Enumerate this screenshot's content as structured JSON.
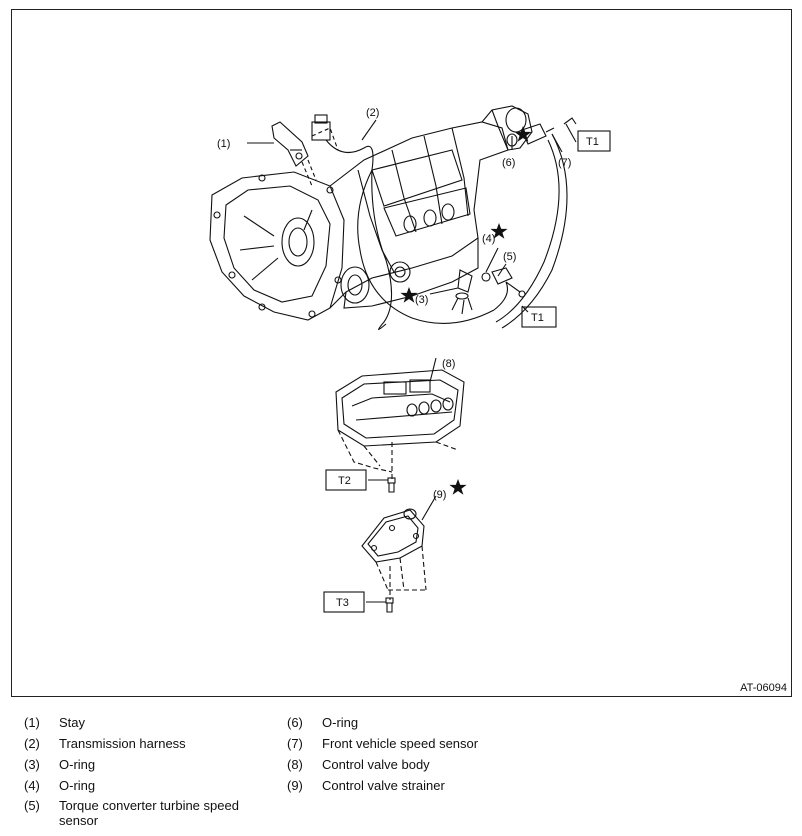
{
  "figure_id": "AT-06094",
  "callouts": {
    "c1": "(1)",
    "c2": "(2)",
    "c3": "(3)",
    "c4": "(4)",
    "c5": "(5)",
    "c6": "(6)",
    "c7": "(7)",
    "c8": "(8)",
    "c9": "(9)"
  },
  "torque_boxes": {
    "t1_top": "T1",
    "t1_bottom": "T1",
    "t2": "T2",
    "t3": "T3"
  },
  "legend": {
    "left": [
      {
        "num": "(1)",
        "text": "Stay"
      },
      {
        "num": "(2)",
        "text": "Transmission harness"
      },
      {
        "num": "(3)",
        "text": "O-ring"
      },
      {
        "num": "(4)",
        "text": "O-ring"
      },
      {
        "num": "(5)",
        "text": "Torque converter turbine speed sensor"
      }
    ],
    "right": [
      {
        "num": "(6)",
        "text": "O-ring"
      },
      {
        "num": "(7)",
        "text": "Front vehicle speed sensor"
      },
      {
        "num": "(8)",
        "text": "Control valve body"
      },
      {
        "num": "(9)",
        "text": "Control valve strainer"
      }
    ]
  },
  "icons": [
    "star-icon"
  ]
}
